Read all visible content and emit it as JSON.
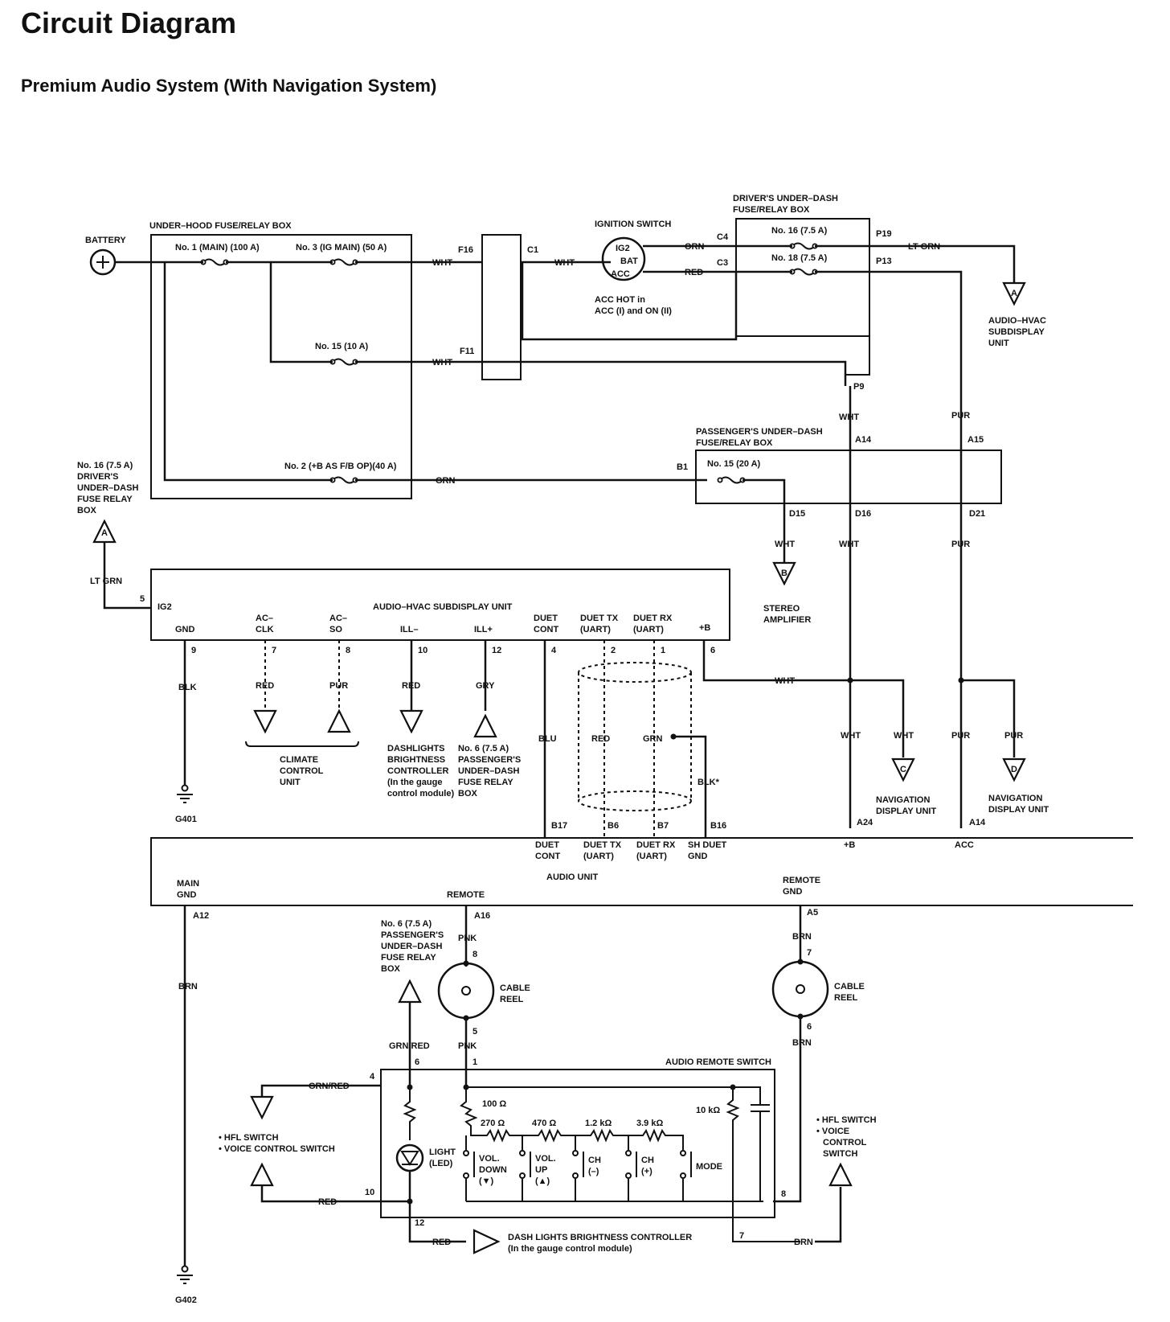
{
  "title": "Circuit Diagram",
  "subtitle": "Premium Audio System (With Navigation System)",
  "labels": {
    "battery": "BATTERY",
    "underhood": "UNDER–HOOD FUSE/RELAY BOX",
    "f1": "No. 1 (MAIN) (100 A)",
    "f3": "No. 3 (IG MAIN) (50 A)",
    "f15": "No. 15 (10 A)",
    "f2": "No. 2 (+B AS F/B OP)(40 A)",
    "ign": "IGNITION SWITCH",
    "ig2": "IG2",
    "bat": "BAT",
    "acc": "ACC",
    "acchot1": "ACC HOT in",
    "acchot2": "ACC (I) and ON (II)",
    "dud1": "DRIVER'S UNDER–DASH",
    "dud2": "FUSE/RELAY BOX",
    "f16": "No. 16 (7.5 A)",
    "f18": "No. 18 (7.5 A)",
    "pud1": "PASSENGER'S UNDER–DASH",
    "pud2": "FUSE/RELAY BOX",
    "f15b": "No. 15 (20 A)",
    "ahs1": "AUDIO–HVAC",
    "ahs2": "SUBDISPLAY",
    "ahs3": "UNIT",
    "lf1": "No. 16 (7.5 A)",
    "lf2": "DRIVER'S",
    "lf3": "UNDER–DASH",
    "lf4": "FUSE RELAY",
    "lf5": "BOX",
    "subunit": "AUDIO–HVAC SUBDISPLAY UNIT",
    "stereo1": "STEREO",
    "stereo2": "AMPLIFIER",
    "cc1": "CLIMATE",
    "cc2": "CONTROL",
    "cc3": "UNIT",
    "dbc1": "DASHLIGHTS",
    "dbc2": "BRIGHTNESS",
    "dbc3": "CONTROLLER",
    "dbc4": "(In the gauge",
    "dbc5": "control module)",
    "p6a": "No. 6 (7.5 A)",
    "p6b": "PASSENGER'S",
    "p6c": "UNDER–DASH",
    "p6d": "FUSE RELAY",
    "p6e": "BOX",
    "nav1": "NAVIGATION",
    "nav2": "DISPLAY UNIT",
    "audio": "AUDIO UNIT",
    "maingnd1": "MAIN",
    "maingnd2": "GND",
    "remote": "REMOTE",
    "remgnd1": "REMOTE",
    "remgnd2": "GND",
    "cable1": "CABLE",
    "cable2": "REEL",
    "ars": "AUDIO REMOTE SWITCH",
    "hfl1": "• HFL SWITCH",
    "hfl2": "• VOICE CONTROL SWITCH",
    "hflr1": "• HFL SWITCH",
    "hflr2": "• VOICE",
    "hflr3": "CONTROL",
    "hflr4": "SWITCH",
    "light1": "LIGHT",
    "light2": "(LED)",
    "vd1": "VOL.",
    "vd2": "DOWN",
    "vd3": "(▼)",
    "vu1": "VOL.",
    "vu2": "UP",
    "vu3": "(▲)",
    "chm1": "CH",
    "chm2": "(–)",
    "chp1": "CH",
    "chp2": "(+)",
    "mode": "MODE",
    "dlb1": "DASH LIGHTS BRIGHTNESS CONTROLLER",
    "dlb2": "(In the gauge control module)",
    "gnd": "GND",
    "acclk1": "AC–",
    "acclk2": "CLK",
    "acso1": "AC–",
    "acso2": "SO",
    "illm": "ILL–",
    "illp": "ILL+",
    "dc1": "DUET",
    "dc2": "CONT",
    "dtx1": "DUET TX",
    "dtx2": "(UART)",
    "drx1": "DUET RX",
    "drx2": "(UART)",
    "plusb": "+B",
    "sh1": "SH DUET",
    "sh2": "GND",
    "accpin": "ACC",
    "r100": "100 Ω",
    "r270": "270 Ω",
    "r470": "470 Ω",
    "r12k": "1.2 kΩ",
    "r39k": "3.9 kΩ",
    "r10k": "10 kΩ",
    "g401": "G401",
    "g402": "G402",
    "c_wht": "WHT",
    "c_orn": "ORN",
    "c_red": "RED",
    "c_ltgrn": "LT GRN",
    "c_grn": "GRN",
    "c_pur": "PUR",
    "c_blk": "BLK",
    "c_gry": "GRY",
    "c_blu": "BLU",
    "c_blkstar": "BLK*",
    "c_brn": "BRN",
    "c_pnk": "PNK",
    "c_grnred": "GRN/RED",
    "cn_f16": "F16",
    "cn_c1": "C1",
    "cn_f11": "F11",
    "cn_c4": "C4",
    "cn_c3": "C3",
    "cn_p19": "P19",
    "cn_p13": "P13",
    "cn_p9": "P9",
    "cn_a14": "A14",
    "cn_a15": "A15",
    "cn_b1": "B1",
    "cn_d15": "D15",
    "cn_d16": "D16",
    "cn_d21": "D21",
    "cn_b17": "B17",
    "cn_b6": "B6",
    "cn_b7": "B7",
    "cn_b16": "B16",
    "cn_a24": "A24",
    "cn_a12": "A12",
    "cn_a16": "A16",
    "cn_a5": "A5",
    "pin1": "1",
    "pin2": "2",
    "pin4": "4",
    "pin5": "5",
    "pin6": "6",
    "pin7": "7",
    "pin8": "8",
    "pin9": "9",
    "pin10": "10",
    "pin12": "12",
    "tA": "A",
    "tB": "B",
    "tC": "C",
    "tD": "D"
  }
}
